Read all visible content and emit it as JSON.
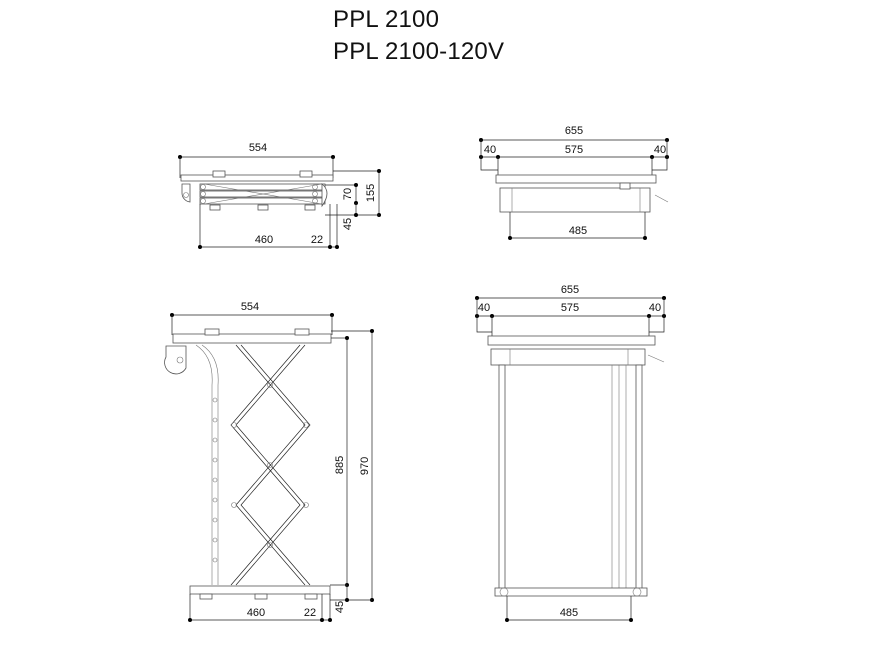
{
  "titles": [
    "PPL 2100",
    "PPL 2100-120V"
  ],
  "side_retracted": {
    "width": "554",
    "height_total": "155",
    "height_mech": "70",
    "foot": "45",
    "base": "460",
    "offset": "22"
  },
  "front_retracted": {
    "overall": "655",
    "left_margin": "40",
    "inner": "575",
    "right_margin": "40",
    "bottom": "485"
  },
  "side_extended": {
    "width": "554",
    "travel": "885",
    "height_total": "970",
    "foot": "45",
    "base": "460",
    "offset": "22"
  },
  "front_extended": {
    "overall": "655",
    "left_margin": "40",
    "inner": "575",
    "right_margin": "40",
    "bottom": "485"
  }
}
